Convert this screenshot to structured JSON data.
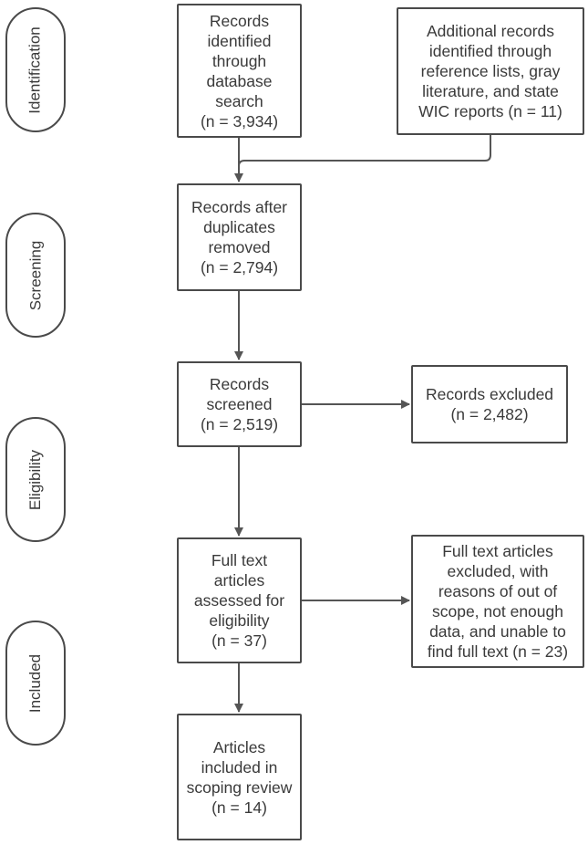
{
  "phases": {
    "identification": "Identification",
    "screening": "Screening",
    "eligibility": "Eligibility",
    "included": "Included"
  },
  "boxes": {
    "database_search": {
      "lines": [
        "Records",
        "identified",
        "through",
        "database",
        "search",
        "(n = 3,934)"
      ]
    },
    "additional_records": {
      "lines": [
        "Additional records",
        "identified through",
        "reference lists, gray",
        "literature, and state",
        "WIC reports (n = 11)"
      ]
    },
    "duplicates_removed": {
      "lines": [
        "Records after",
        "duplicates",
        "removed",
        "(n = 2,794)"
      ]
    },
    "records_screened": {
      "lines": [
        "Records",
        "screened",
        "(n = 2,519)"
      ]
    },
    "records_excluded": {
      "lines": [
        "Records excluded",
        "(n = 2,482)"
      ]
    },
    "full_text_assessed": {
      "lines": [
        "Full text",
        "articles",
        "assessed for",
        "eligibility",
        "(n = 37)"
      ]
    },
    "full_text_excluded": {
      "lines": [
        "Full text articles",
        "excluded, with",
        "reasons of out of",
        "scope, not enough",
        "data, and unable to",
        "find full text (n = 23)"
      ]
    },
    "included_articles": {
      "lines": [
        "Articles",
        "included in",
        "scoping review",
        "(n = 14)"
      ]
    }
  }
}
